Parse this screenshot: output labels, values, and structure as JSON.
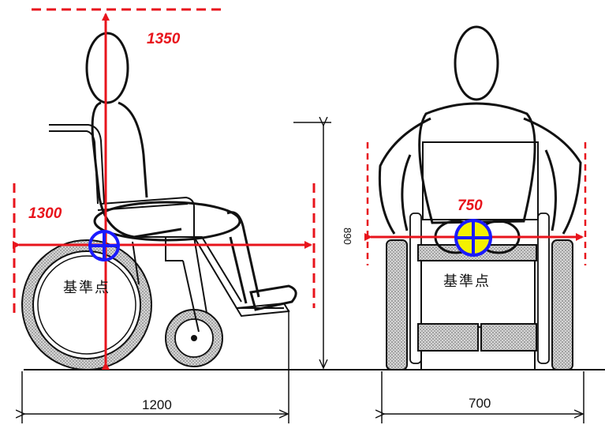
{
  "diagram": {
    "side_view": {
      "height_label": "1350",
      "length_label": "1300",
      "reference_label": "基準点",
      "overall_length": "1200"
    },
    "front_view": {
      "width_label": "750",
      "reference_label": "基準点",
      "overall_width": "700",
      "vertical_dim": "890"
    }
  },
  "colors": {
    "accent_red": "#e8141c",
    "marker_blue": "#1a1aff",
    "marker_yellow": "#f4f000",
    "ink": "#111111",
    "tire_fill": "#c9c9c9"
  }
}
